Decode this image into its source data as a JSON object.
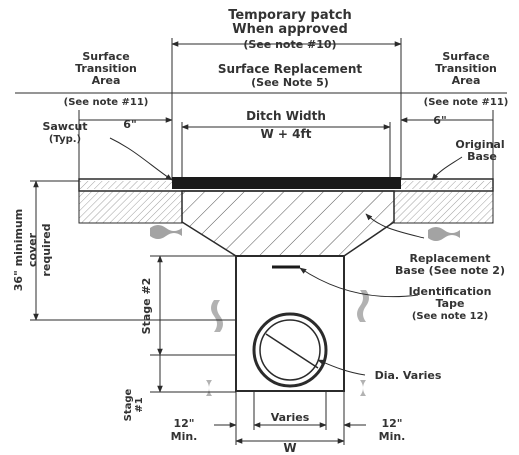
{
  "title": {
    "line1": "Temporary patch",
    "line2": "When approved",
    "line3": "(See note #10)"
  },
  "surface_replacement": {
    "line1": "Surface Replacement",
    "line2": "(See Note 5)"
  },
  "left_transition": {
    "line1": "Surface",
    "line2": "Transition",
    "line3": "Area",
    "note": "(See note #11)"
  },
  "right_transition": {
    "line1": "Surface",
    "line2": "Transition",
    "line3": "Area",
    "note": "(See note #11)"
  },
  "dim_6_left": "6\"",
  "dim_6_right": "6\"",
  "sawcut": {
    "line1": "Sawcut",
    "line2": "(Typ.)"
  },
  "ditch_width": {
    "line1": "Ditch Width",
    "line2": "W + 4ft"
  },
  "original_base": {
    "line1": "Original",
    "line2": "Base"
  },
  "cover": {
    "line1": "36\" minimum",
    "line2": "cover",
    "line3": "required"
  },
  "replacement_base": {
    "line1": "Replacement",
    "line2": "Base (See note 2)"
  },
  "stage2": "Stage #2",
  "stage1": {
    "line1": "Stage",
    "line2": "#1"
  },
  "identification_tape": {
    "line1": "Identification",
    "line2": "Tape",
    "line3": "(See note 12)"
  },
  "dia": "Dia. Varies",
  "min_left": {
    "line1": "12\"",
    "line2": "Min."
  },
  "min_right": {
    "line1": "12\"",
    "line2": "Min."
  },
  "varies": "Varies",
  "w": "W",
  "colors": {
    "ink": "#2b2b2b",
    "text": "#333333",
    "pavement": "#1a1a1a"
  }
}
